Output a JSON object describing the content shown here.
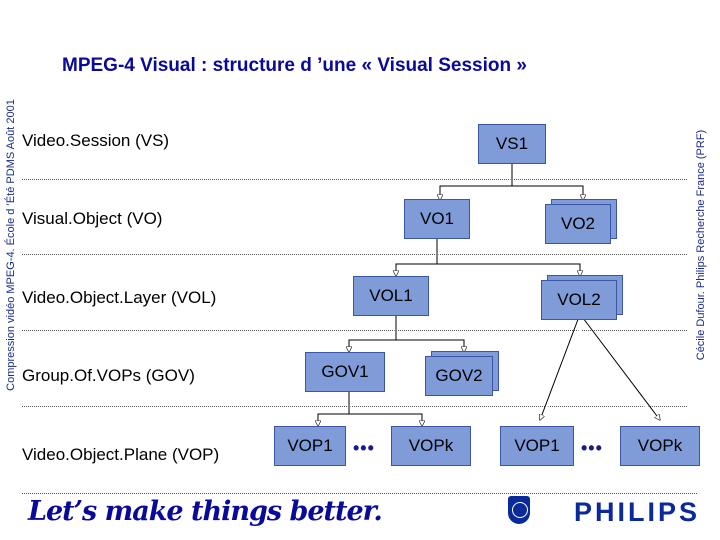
{
  "title": "MPEG-4 Visual : structure d ’une « Visual Session »",
  "side_left": "Compression vidéo MPEG-4. École d ’Été PDMS Août 2001",
  "side_right": "Cécile Dufour. Philips Recherche France (PRF)",
  "levels": [
    "Video.Session (VS)",
    "Visual.Object (VO)",
    "Video.Object.Layer (VOL)",
    "Group.Of.VOPs (GOV)",
    "Video.Object.Plane (VOP)"
  ],
  "nodes": {
    "vs1": "VS1",
    "vo1": "VO1",
    "vo2": "VO2",
    "vol1": "VOL1",
    "vol2": "VOL2",
    "gov1": "GOV1",
    "gov2": "GOV2",
    "vop1_a": "VOP1",
    "vopk_a": "VOPk",
    "vop1_b": "VOP1",
    "vopk_b": "VOPk"
  },
  "ellipsis": "•••",
  "footer": {
    "slogan": "Let’s make things better.",
    "brand": "PHILIPS"
  },
  "colors": {
    "node_fill": "#7f9bd8",
    "title": "#0a0a9a",
    "brand": "#0a2a9a"
  }
}
